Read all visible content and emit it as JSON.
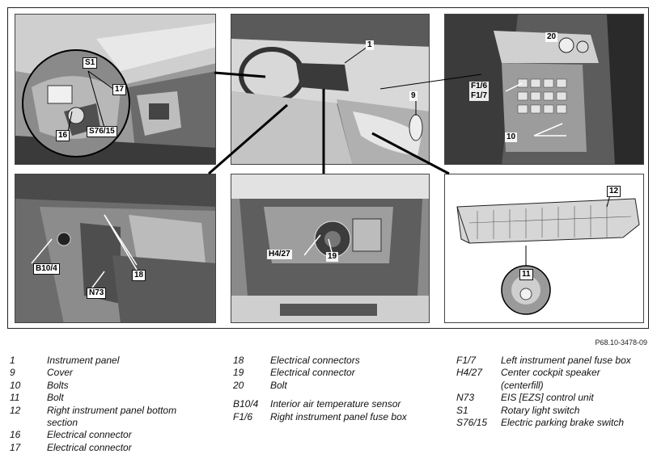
{
  "panels": {
    "p1": {
      "labels": [
        "S1",
        "17",
        "16",
        "S76/15"
      ]
    },
    "p2": {
      "labels": [
        "1",
        "9"
      ]
    },
    "p3": {
      "labels": [
        "20",
        "F1/6",
        "F1/7",
        "10"
      ]
    },
    "p4": {
      "labels": [
        "B10/4",
        "18",
        "N73"
      ]
    },
    "p5": {
      "labels": [
        "H4/27",
        "19"
      ]
    },
    "p6": {
      "labels": [
        "12",
        "11"
      ]
    }
  },
  "reference": "P68.10-3478-09",
  "legend": {
    "col1": [
      {
        "num": "1",
        "text": "Instrument panel"
      },
      {
        "num": "9",
        "text": "Cover"
      },
      {
        "num": "10",
        "text": "Bolts"
      },
      {
        "num": "11",
        "text": "Bolt"
      },
      {
        "num": "12",
        "text": "Right instrument panel bottom"
      },
      {
        "num": "",
        "text": "section"
      },
      {
        "num": "16",
        "text": "Electrical connector"
      },
      {
        "num": "17",
        "text": "Electrical connector"
      }
    ],
    "col2": [
      {
        "num": "18",
        "text": "Electrical connectors"
      },
      {
        "num": "19",
        "text": "Electrical connector"
      },
      {
        "num": "20",
        "text": "Bolt"
      },
      {
        "num": "B10/4",
        "text": "Interior air temperature sensor"
      },
      {
        "num": "F1/6",
        "text": "Right instrument panel fuse box"
      }
    ],
    "col3": [
      {
        "num": "F1/7",
        "text": "Left instrument panel fuse box"
      },
      {
        "num": "H4/27",
        "text": "Center cockpit speaker"
      },
      {
        "num": "",
        "text": "(centerfill)"
      },
      {
        "num": "N73",
        "text": "EIS [EZS] control unit"
      },
      {
        "num": "S1",
        "text": "Rotary light switch"
      },
      {
        "num": "S76/15",
        "text": "Electric parking brake switch"
      }
    ]
  }
}
